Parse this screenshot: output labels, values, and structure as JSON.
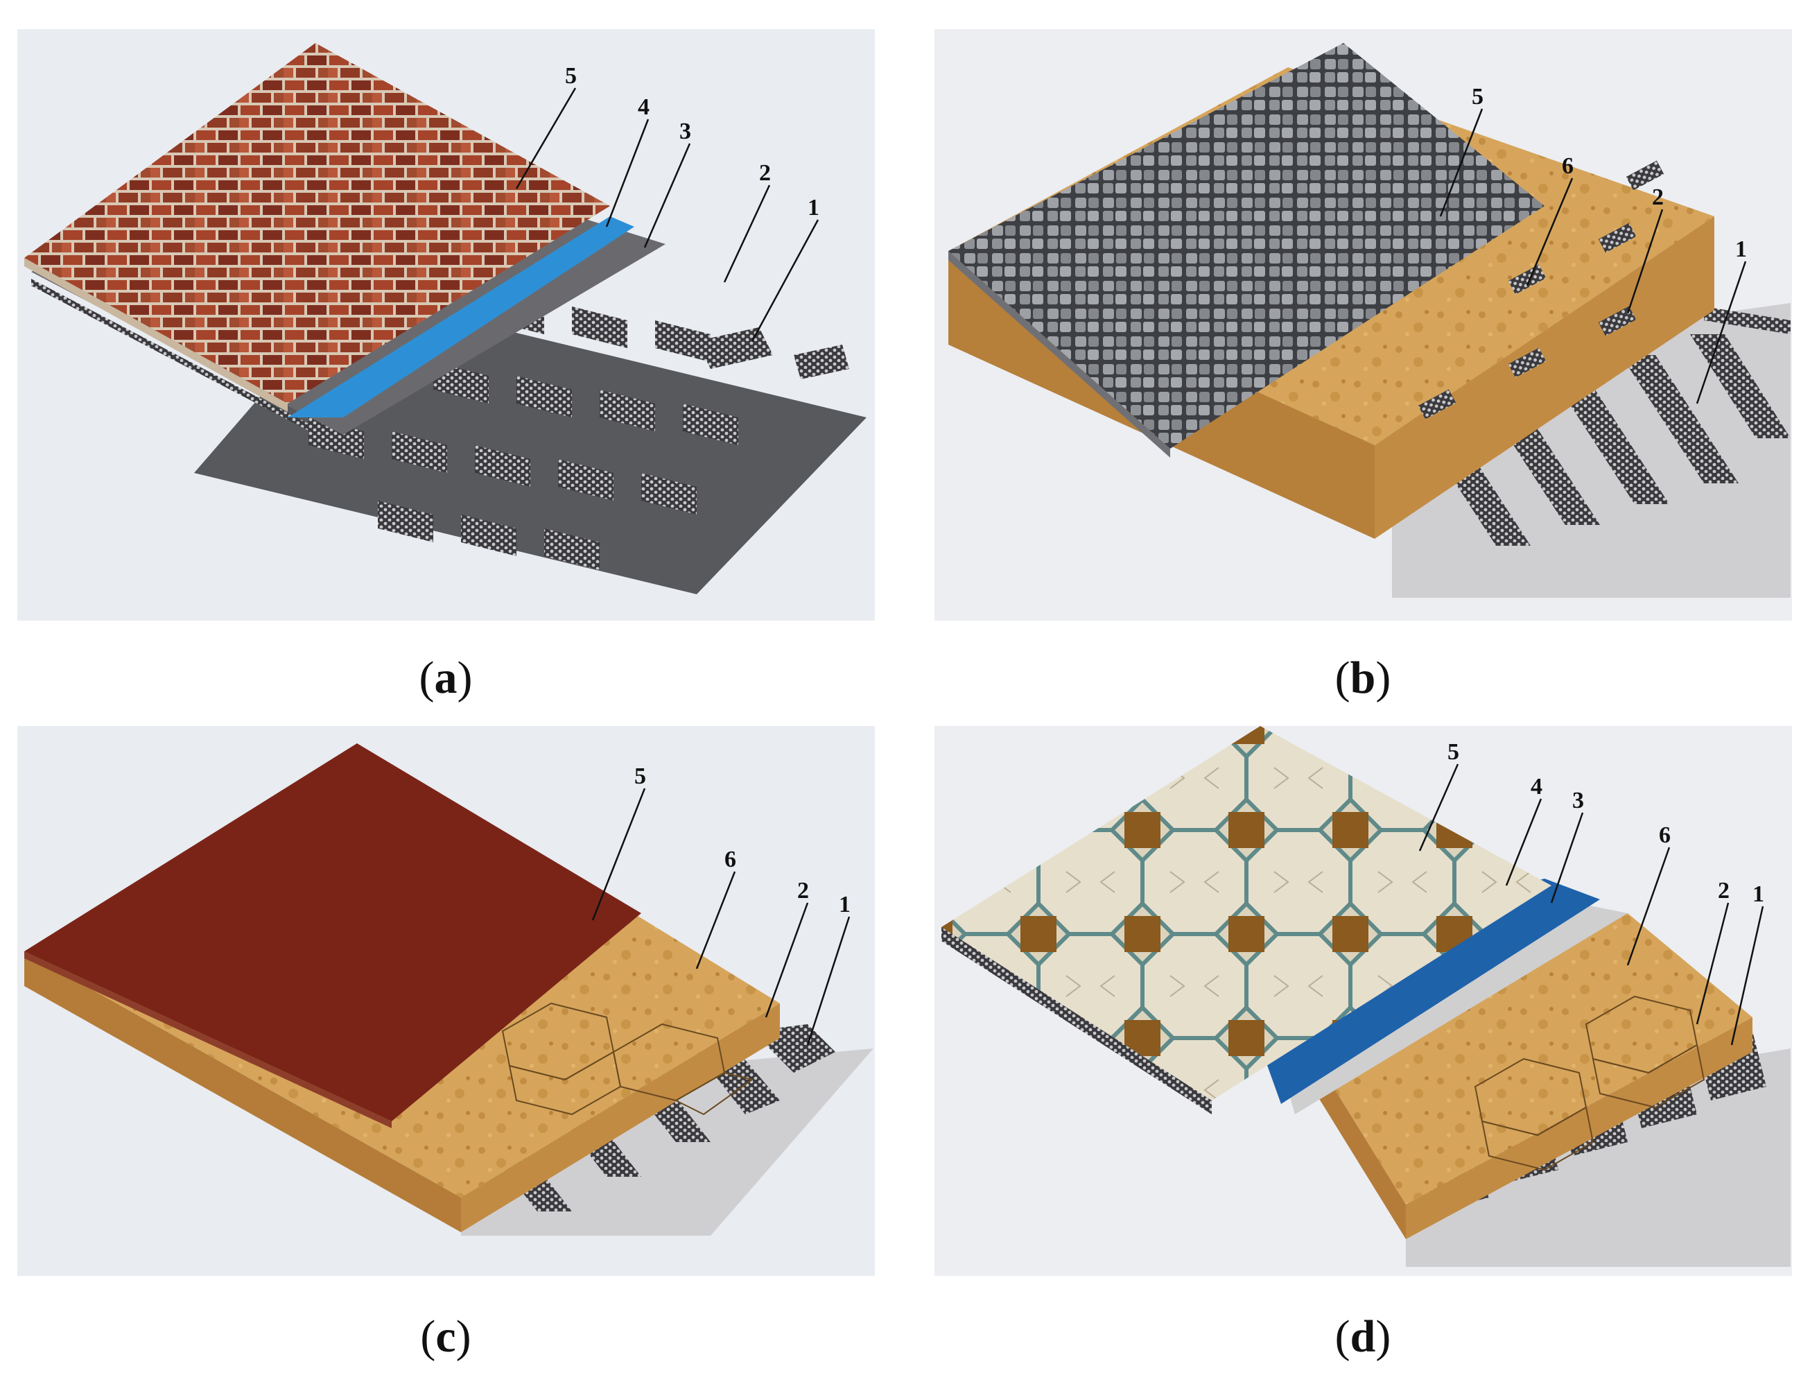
{
  "panels": [
    {
      "id": "a",
      "caption_letter": "a",
      "labels": [
        "5",
        "4",
        "3",
        "2",
        "1"
      ]
    },
    {
      "id": "b",
      "caption_letter": "b",
      "labels": [
        "5",
        "6",
        "2",
        "1"
      ]
    },
    {
      "id": "c",
      "caption_letter": "c",
      "labels": [
        "5",
        "6",
        "2",
        "1"
      ]
    },
    {
      "id": "d",
      "caption_letter": "d",
      "labels": [
        "5",
        "4",
        "3",
        "6",
        "2",
        "1"
      ]
    }
  ],
  "colors": {
    "background": "#e9ecf1",
    "brick": "#a2452a",
    "cobble": "#8e9196",
    "sand": "#d4a35a",
    "red_surface": "#7a2418",
    "tile": "#ddd4bf",
    "blue_layer": "#2c8fd4",
    "dark_blue_layer": "#1f62a8",
    "geocell": "#6f6f73",
    "base_sheet": "#cfcfd2"
  }
}
